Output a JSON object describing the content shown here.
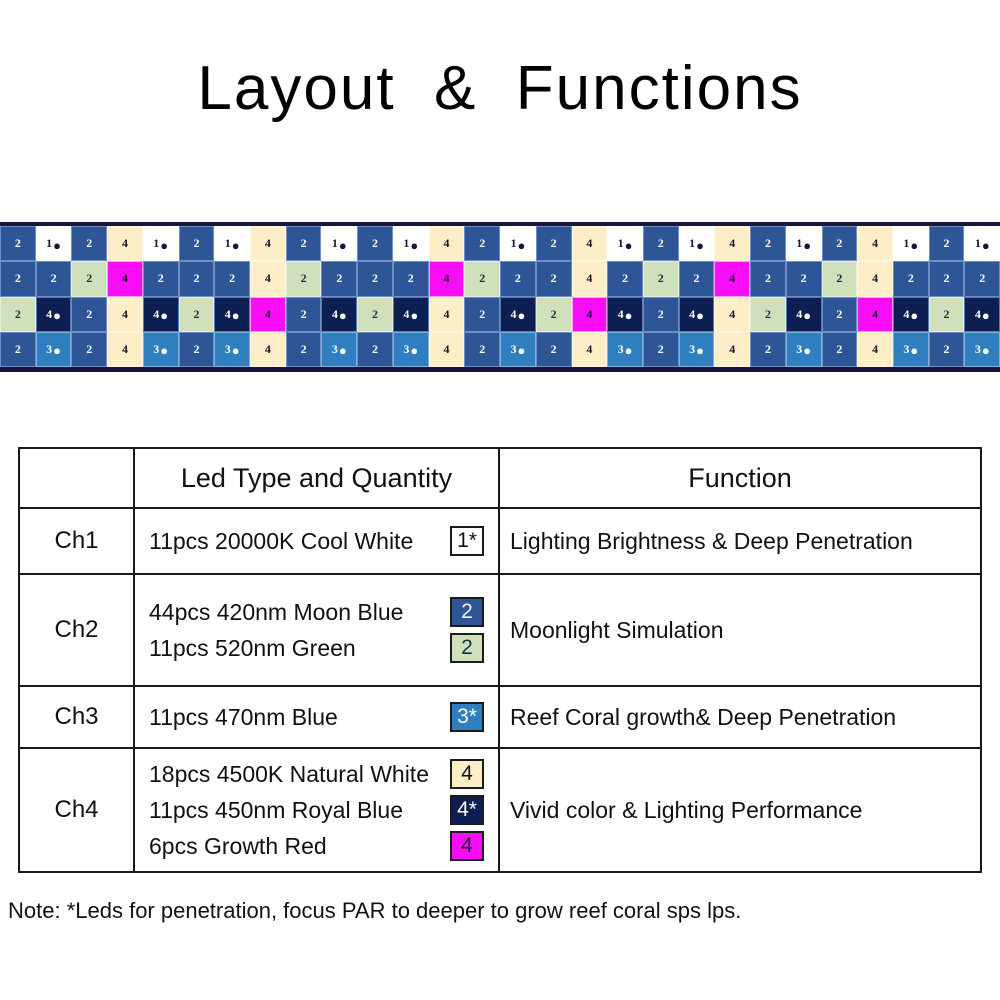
{
  "title": "Layout  &  Functions",
  "note": "Note: *Leds for penetration, focus PAR to deeper to grow reef coral sps lps.",
  "led_legend": {
    "1*": {
      "label": "1*",
      "type": "white",
      "color": "#ffffff",
      "name": "cool-white-led"
    },
    "2": {
      "label": "2",
      "type": "blue",
      "color": "#2e5596",
      "name": "moon-blue-led"
    },
    "2g": {
      "label": "2",
      "type": "green",
      "color": "#cfe0bb",
      "name": "green-led"
    },
    "3*": {
      "label": "3*",
      "type": "sky",
      "color": "#2f7fc0",
      "name": "blue-470nm-led"
    },
    "4": {
      "label": "4",
      "type": "cream",
      "color": "#fdeec8",
      "name": "natural-white-led"
    },
    "4*": {
      "label": "4*",
      "type": "navy",
      "color": "#0d1f52",
      "name": "royal-blue-led"
    },
    "4m": {
      "label": "4",
      "type": "mag",
      "color": "#f70ef7",
      "name": "growth-red-led"
    }
  },
  "led_matrix": {
    "rows": 4,
    "cols": 28,
    "columns": [
      [
        "2",
        "2",
        "2g",
        "2"
      ],
      [
        "1*",
        "2",
        "4*",
        "3*"
      ],
      [
        "2",
        "2g",
        "2",
        "2"
      ],
      [
        "4",
        "4m",
        "4",
        "4"
      ],
      [
        "1*",
        "2",
        "4*",
        "3*"
      ],
      [
        "2",
        "2",
        "2g",
        "2"
      ],
      [
        "1*",
        "2",
        "4*",
        "3*"
      ],
      [
        "4",
        "4",
        "4m",
        "4"
      ],
      [
        "2",
        "2g",
        "2",
        "2"
      ],
      [
        "1*",
        "2",
        "4*",
        "3*"
      ],
      [
        "2",
        "2",
        "2g",
        "2"
      ],
      [
        "1*",
        "2",
        "4*",
        "3*"
      ],
      [
        "4",
        "4m",
        "4",
        "4"
      ],
      [
        "2",
        "2g",
        "2",
        "2"
      ],
      [
        "1*",
        "2",
        "4*",
        "3*"
      ],
      [
        "2",
        "2",
        "2g",
        "2"
      ],
      [
        "4",
        "4",
        "4m",
        "4"
      ],
      [
        "1*",
        "2",
        "4*",
        "3*"
      ],
      [
        "2",
        "2g",
        "2",
        "2"
      ],
      [
        "1*",
        "2",
        "4*",
        "3*"
      ],
      [
        "4",
        "4m",
        "4",
        "4"
      ],
      [
        "2",
        "2",
        "2g",
        "2"
      ],
      [
        "1*",
        "2",
        "4*",
        "3*"
      ],
      [
        "2",
        "2g",
        "2",
        "2"
      ],
      [
        "4",
        "4",
        "4m",
        "4"
      ],
      [
        "1*",
        "2",
        "4*",
        "3*"
      ],
      [
        "2",
        "2",
        "2g",
        "2"
      ],
      [
        "1*",
        "2",
        "4*",
        "3*"
      ]
    ]
  },
  "table": {
    "headers": {
      "channel": "",
      "led_type": "Led Type and Quantity",
      "function": "Function"
    },
    "rows": [
      {
        "channel": "Ch1",
        "types": [
          {
            "text": "11pcs 20000K Cool White",
            "swatch": "1*",
            "swatch_class": "sw-white",
            "swatch_name": "cool-white-swatch"
          }
        ],
        "function": "Lighting Brightness & Deep Penetration"
      },
      {
        "channel": "Ch2",
        "types": [
          {
            "text": "44pcs 420nm Moon Blue",
            "swatch": "2",
            "swatch_class": "sw-blue",
            "swatch_name": "moon-blue-swatch"
          },
          {
            "text": "11pcs 520nm Green",
            "swatch": "2",
            "swatch_class": "sw-green",
            "swatch_name": "green-swatch"
          }
        ],
        "function": "Moonlight Simulation"
      },
      {
        "channel": "Ch3",
        "types": [
          {
            "text": "11pcs 470nm Blue",
            "swatch": "3*",
            "swatch_class": "sw-sky",
            "swatch_name": "blue-470-swatch"
          }
        ],
        "function": "Reef Coral growth& Deep Penetration"
      },
      {
        "channel": "Ch4",
        "types": [
          {
            "text": "18pcs 4500K Natural White",
            "swatch": "4",
            "swatch_class": "sw-cream",
            "swatch_name": "natural-white-swatch"
          },
          {
            "text": "11pcs 450nm Royal Blue",
            "swatch": "4*",
            "swatch_class": "sw-navy",
            "swatch_name": "royal-blue-swatch"
          },
          {
            "text": "6pcs Growth Red",
            "swatch": "4",
            "swatch_class": "sw-mag",
            "swatch_name": "growth-red-swatch"
          }
        ],
        "function": "Vivid color & Lighting Performance"
      }
    ]
  }
}
